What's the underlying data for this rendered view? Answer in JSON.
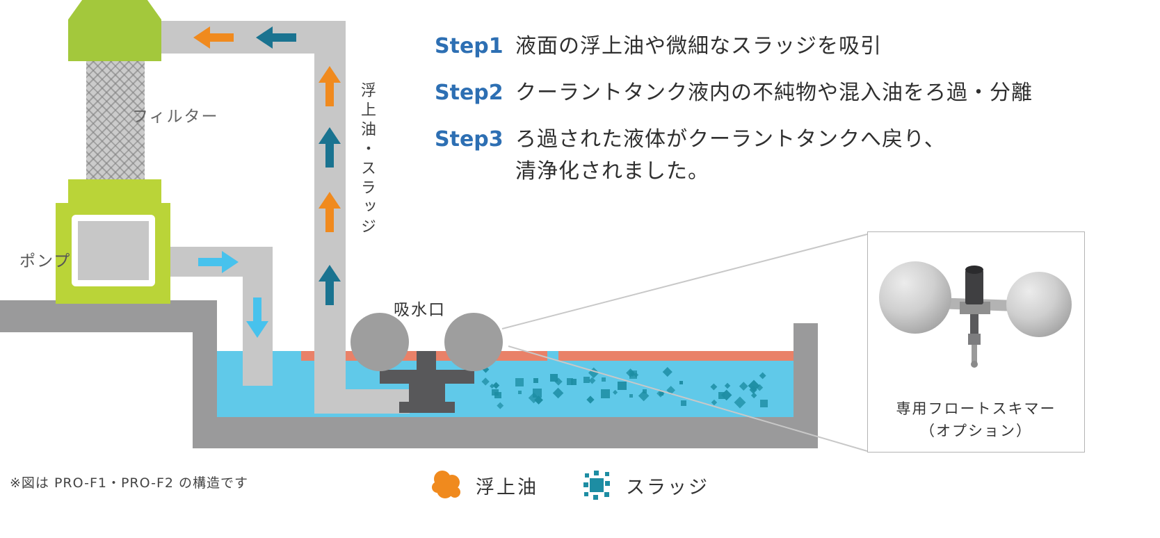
{
  "colors": {
    "green_dark": "#a3c83c",
    "green_light": "#bad438",
    "pipe_gray": "#c7c7c7",
    "structure_gray": "#9a9a9b",
    "dark_gray": "#58585a",
    "float_gray": "#9e9e9e",
    "liquid_blue": "#60c9e9",
    "oil_salmon": "#e98168",
    "sludge_teal": "#1d8da3",
    "arrow_orange": "#f08a1e",
    "arrow_teal": "#1a7390",
    "arrow_cyan": "#47c2ed",
    "step_blue": "#2d6fb3"
  },
  "diagram": {
    "filter_label": "フィルター",
    "pump_label": "ポンプ",
    "riser_label": "浮上油・スラッジ",
    "intake_label": "吸水口"
  },
  "steps": [
    {
      "label": "Step1",
      "text": "液面の浮上油や微細なスラッジを吸引"
    },
    {
      "label": "Step2",
      "text": "クーラントタンク液内の不純物や混入油をろ過・分離"
    },
    {
      "label": "Step3",
      "text": "ろ過された液体がクーラントタンクへ戻り、",
      "text2": "清浄化されました。"
    }
  ],
  "skimmer_box": {
    "caption_line1": "専用フロートスキマー",
    "caption_line2": "（オプション）"
  },
  "legend": {
    "oil_label": "浮上油",
    "sludge_label": "スラッジ"
  },
  "footnote": "※図は PRO-F1・PRO-F2 の構造です"
}
